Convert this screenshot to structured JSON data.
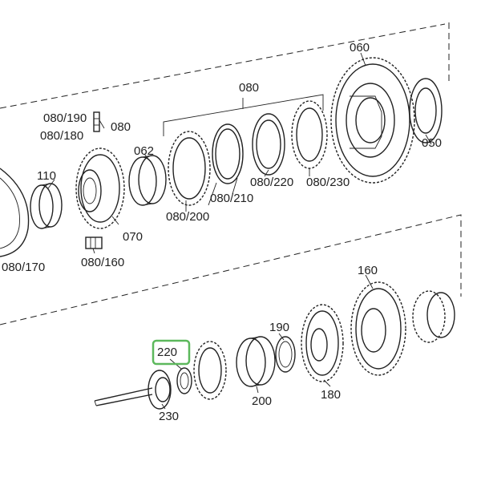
{
  "labels": {
    "p060": "060",
    "p050": "050",
    "p080": "080",
    "p080_190": "080/190",
    "p080_180": "080/180",
    "p080_side": "080",
    "p062": "062",
    "p110": "110",
    "p070": "070",
    "p080_200": "080/200",
    "p080_210": "080/210",
    "p080_220": "080/220",
    "p080_230": "080/230",
    "p080_170": "080/170",
    "p080_160": "080/160",
    "p160": "160",
    "p190": "190",
    "p220": "220",
    "p200": "200",
    "p180": "180",
    "p230": "230"
  },
  "highlight": {
    "part": "220",
    "color": "#5cb85c"
  }
}
